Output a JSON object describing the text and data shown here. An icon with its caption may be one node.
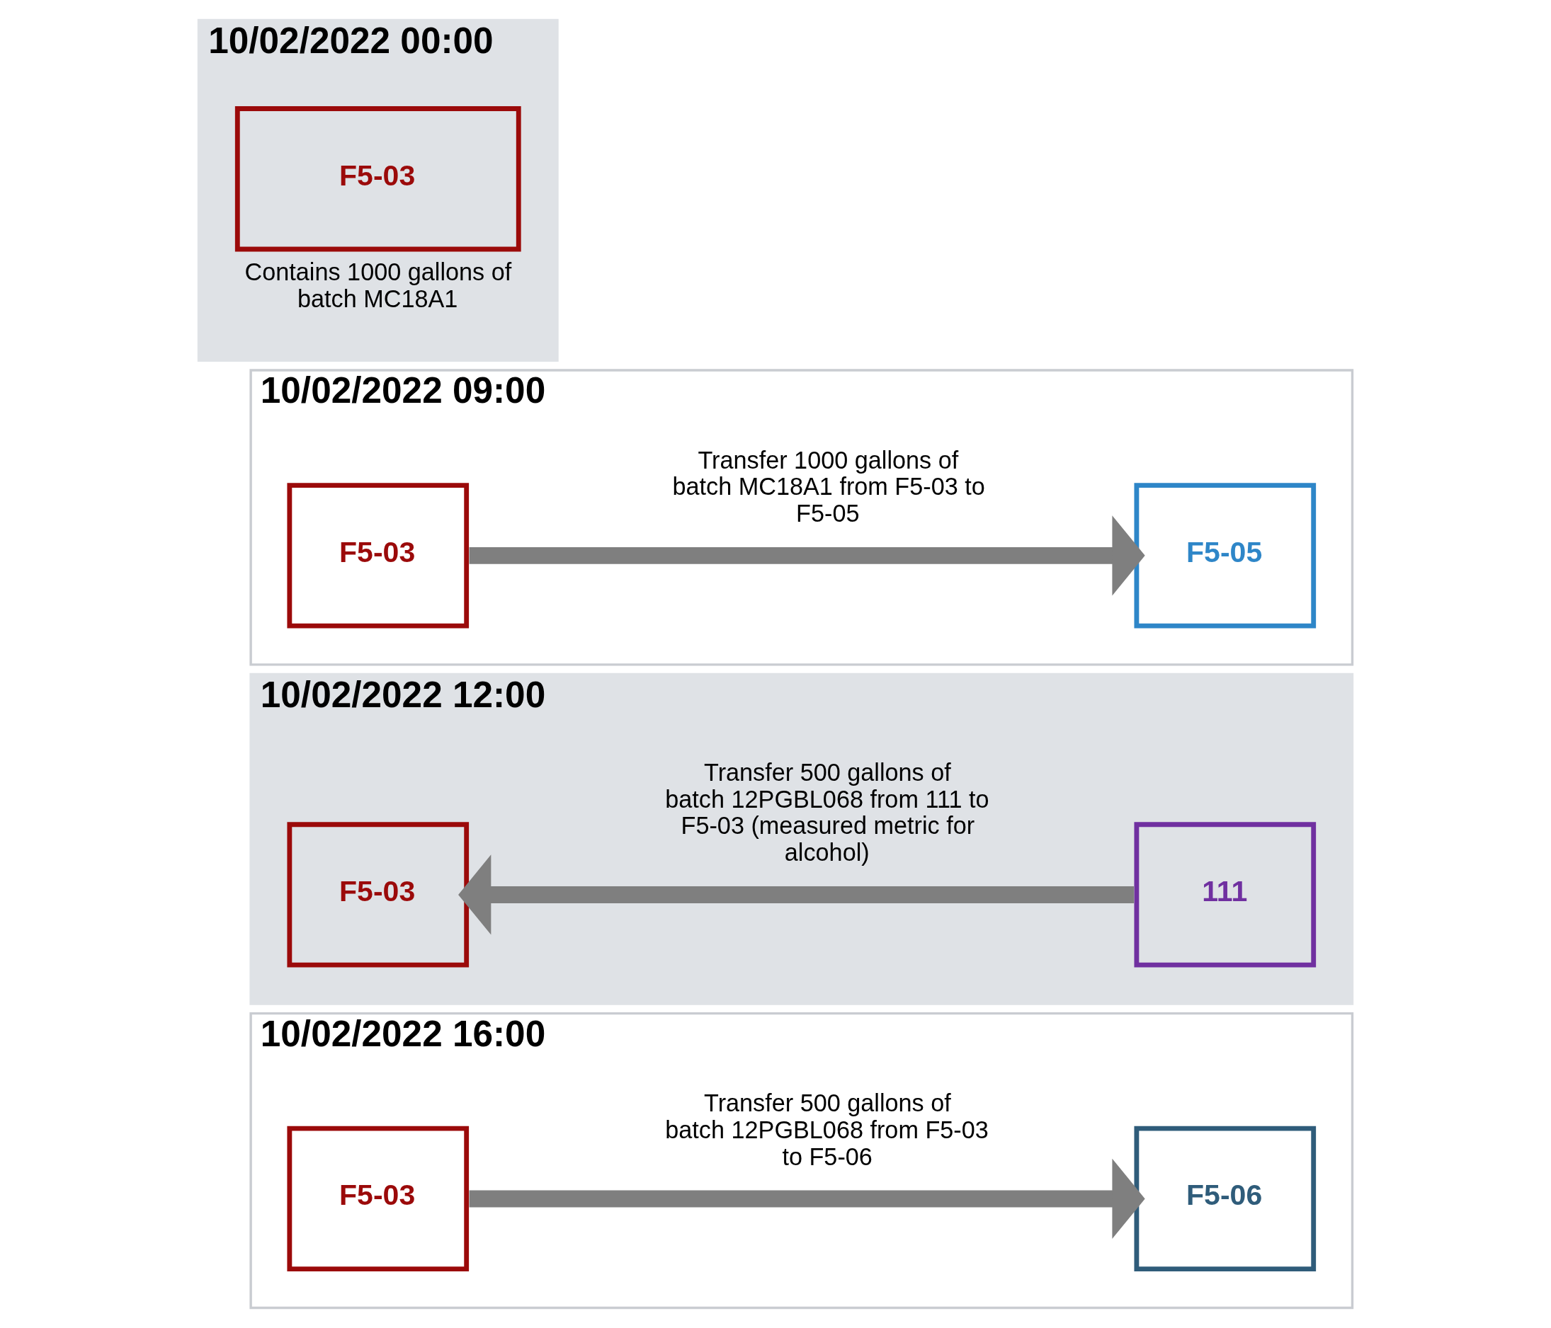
{
  "diagram": {
    "nodes": [
      {
        "text": [
          "10/02/2022 00:00"
        ]
      },
      {
        "text": [
          "F5-03"
        ],
        "in": 0,
        "beside": [
          "Contains 1000 gallons of batch MC18A1"
        ]
      },
      {
        "text": [
          "10/02/2022 09:00"
        ]
      },
      {
        "text": [
          "F5-03"
        ],
        "in": 2
      },
      {
        "text": [
          "F5-05"
        ],
        "in": 2
      },
      {
        "text": [
          "10/02/2022 12:00"
        ]
      },
      {
        "text": [
          "F5-03"
        ],
        "in": 5
      },
      {
        "text": [
          "111"
        ],
        "in": 5
      },
      {
        "text": [
          "10/02/2022 16:00"
        ]
      },
      {
        "text": [
          "F5-03"
        ],
        "in": 8
      },
      {
        "text": [
          "F5-06"
        ],
        "in": 8
      }
    ],
    "edges": [
      {
        "from": 3,
        "to": 4,
        "arrow": "to",
        "label": "Transfer 1000 gallons of batch MC18A1 from F5-03 to F5-05"
      },
      {
        "from": 7,
        "to": 6,
        "arrow": "to",
        "label": "Transfer 500 gallons of batch 12PGBL068 from 111 to F5-03 (measured metric for alcohol)"
      },
      {
        "from": 9,
        "to": 10,
        "arrow": "to",
        "label": "Transfer 500 gallons of batch 12PGBL068 from F5-03 to F5-06"
      }
    ]
  }
}
